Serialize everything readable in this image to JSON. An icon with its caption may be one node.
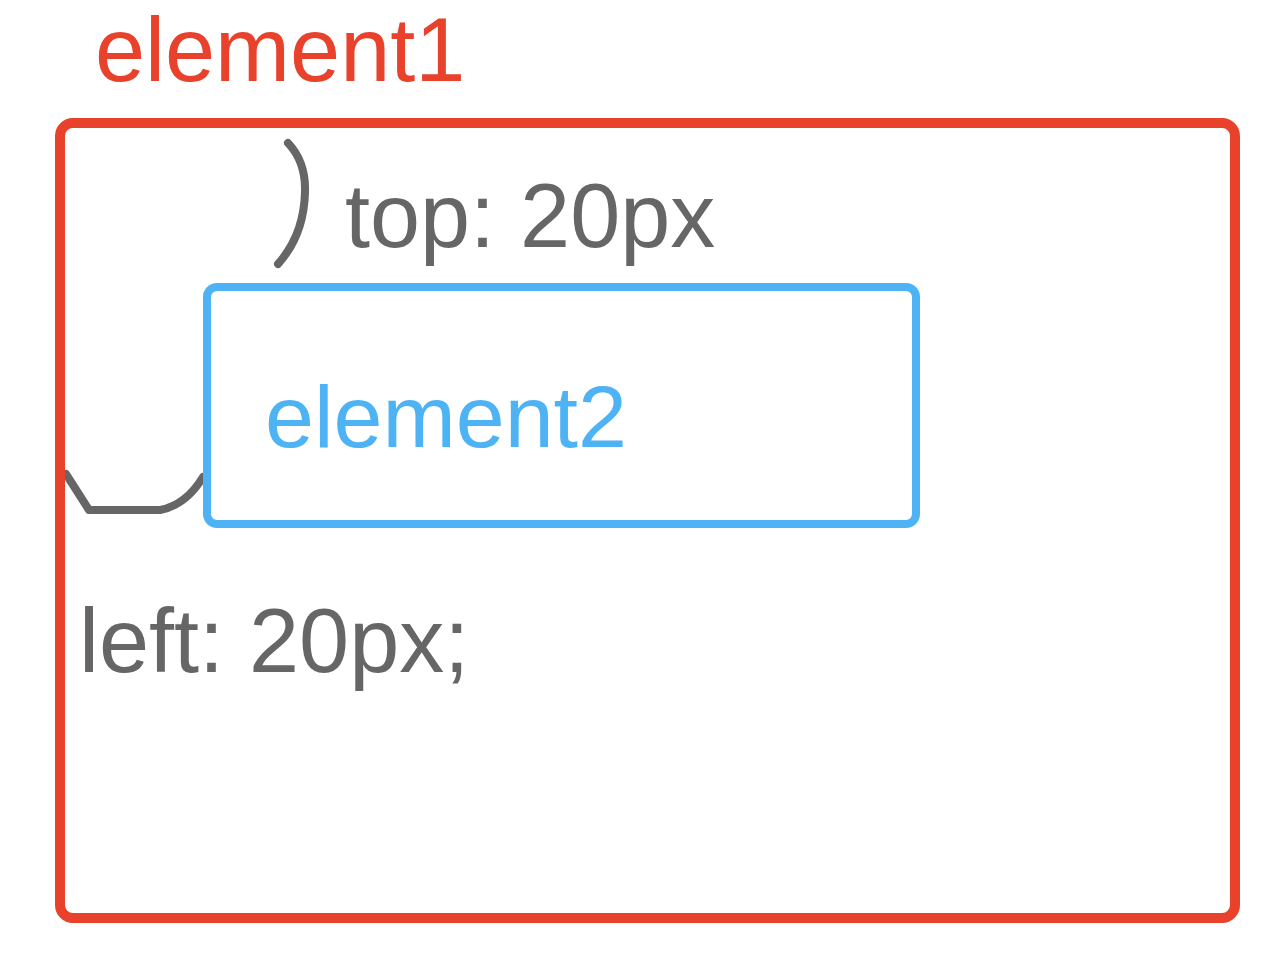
{
  "diagram": {
    "nodes": [
      {
        "text": [
          "element1"
        ]
      },
      {
        "text": [
          "element2"
        ],
        "in": 0
      }
    ],
    "labels": [
      "top: 20px",
      "left: 20px;"
    ]
  }
}
